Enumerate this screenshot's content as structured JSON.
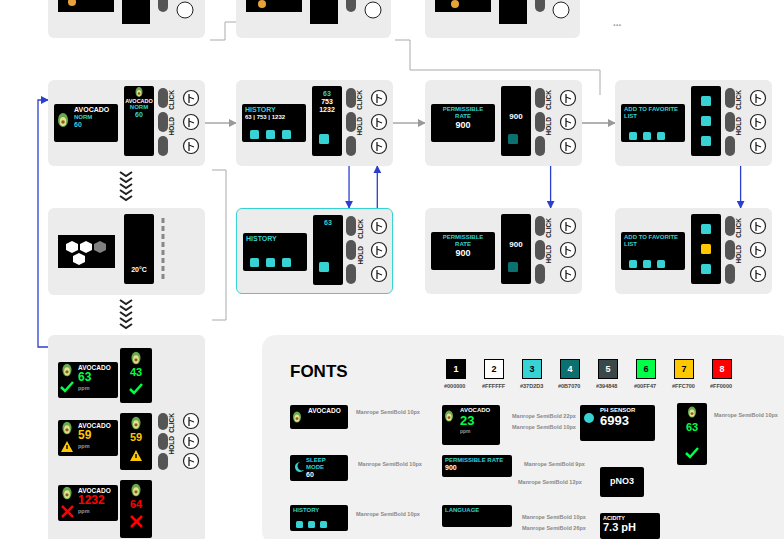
{
  "diagram": {
    "nodes": [
      {
        "text": [
          "CLICK",
          "HOLD"
        ]
      },
      {
        "text": [
          "AVOCADO",
          "NORM",
          "60"
        ],
        "in": 0
      },
      {
        "text": [
          "AVOCADO",
          "NORM",
          "60"
        ],
        "in": 0
      },
      {
        "text": [
          "CLICK",
          "HOLD"
        ]
      },
      {
        "text": [
          "HISTORY",
          "63 | 753 | 1232"
        ],
        "in": 3
      },
      {
        "text": [
          "63",
          "753",
          "1232"
        ],
        "in": 3
      },
      {
        "text": [
          "CLICK",
          "HOLD"
        ]
      },
      {
        "text": [
          "PERMISSIBLE RATE",
          "900"
        ],
        "in": 6
      },
      {
        "text": [
          "900"
        ],
        "in": 6
      },
      {
        "text": [
          "CLICK",
          "HOLD"
        ]
      },
      {
        "text": [
          "ADD TO FAVORITE LIST"
        ],
        "in": 9
      },
      {
        "text": [
          "CLICK",
          "HOLD"
        ]
      },
      {
        "text": [
          "HISTORY"
        ],
        "in": 11
      },
      {
        "text": [
          "63"
        ],
        "in": 11
      },
      {
        "text": [
          "CLICK",
          "HOLD"
        ]
      },
      {
        "text": [
          "PERMISSIBLE RATE",
          "900"
        ],
        "in": 14
      },
      {
        "text": [
          "900"
        ],
        "in": 14
      },
      {
        "text": [
          "CLICK",
          "HOLD"
        ]
      },
      {
        "text": [
          "ADD TO FAVORITE LIST"
        ],
        "in": 17
      },
      {
        "text": [
          "20°C"
        ]
      },
      {
        "text": [
          "CLICK",
          "HOLD"
        ]
      },
      {
        "text": [
          "AVOCADO",
          "63",
          "ppm"
        ],
        "in": 20
      },
      {
        "text": [
          "43"
        ],
        "in": 20
      },
      {
        "text": [
          "AVOCADO",
          "59",
          "ppm"
        ],
        "in": 20
      },
      {
        "text": [
          "59"
        ],
        "in": 20
      },
      {
        "text": [
          "AVOCADO",
          "1232",
          "ppm"
        ],
        "in": 20
      },
      {
        "text": [
          "64"
        ],
        "in": 20
      },
      {
        "text": [
          "FONTS"
        ]
      },
      {
        "text": [
          "AVOCADO"
        ],
        "in": 27
      },
      {
        "text": [
          "AVOCADO",
          "23",
          "ppm"
        ],
        "in": 27
      },
      {
        "text": [
          "PH SENSOR",
          "6993"
        ],
        "in": 27
      },
      {
        "text": [
          "SLEEP MODE",
          "60"
        ],
        "in": 27
      },
      {
        "text": [
          "PERMISSIBLE RATE",
          "900"
        ],
        "in": 27
      },
      {
        "text": [
          "pNO3"
        ],
        "in": 27
      },
      {
        "text": [
          "HISTORY"
        ],
        "in": 27
      },
      {
        "text": [
          "LANGUAGE"
        ],
        "in": 27
      },
      {
        "text": [
          "ACIDITY",
          "7.3 pH"
        ],
        "in": 27
      },
      {
        "text": [
          "63"
        ],
        "in": 27
      }
    ],
    "edges": [
      {
        "from": 0,
        "to": 3,
        "arrow": "to"
      },
      {
        "from": 3,
        "to": 6,
        "arrow": "to"
      },
      {
        "from": 6,
        "to": 9,
        "arrow": "to"
      },
      {
        "from": 3,
        "to": 11,
        "arrow": "to"
      },
      {
        "from": 11,
        "to": 3,
        "arrow": "to"
      },
      {
        "from": 6,
        "to": 14,
        "arrow": "to"
      },
      {
        "from": 9,
        "to": 17,
        "arrow": "to"
      },
      {
        "from": 20,
        "to": 0,
        "arrow": "to"
      }
    ],
    "labels": [
      "...",
      "#000000",
      "#FFFFFF",
      "#37D2D3",
      "#0B7070",
      "#394848",
      "#00FF47",
      "#FFC700",
      "#FF0000",
      "Manrope SemiBold 10px",
      "Manrope SemiBold 22px",
      "Manrope SemiBold 10px",
      "Manrope SemiBold 10px",
      "Manrope SemiBold 10px",
      "Manrope SemiBold 9px",
      "Manrope SemiBold 12px",
      "Manrope SemiBold 10px",
      "Manrope SemiBold 10px",
      "Manrope SemiBold 26px"
    ],
    "legend": [
      {
        "text": "1",
        "color": "#000000"
      },
      {
        "text": "2",
        "color": "#FFFFFF"
      },
      {
        "text": "3",
        "color": "#37D2D3"
      },
      {
        "text": "4",
        "color": "#0B7070"
      },
      {
        "text": "5",
        "color": "#394848"
      },
      {
        "text": "6",
        "color": "#00FF47"
      },
      {
        "text": "7",
        "color": "#FFC700"
      },
      {
        "text": "8",
        "color": "#FF0000"
      }
    ]
  }
}
